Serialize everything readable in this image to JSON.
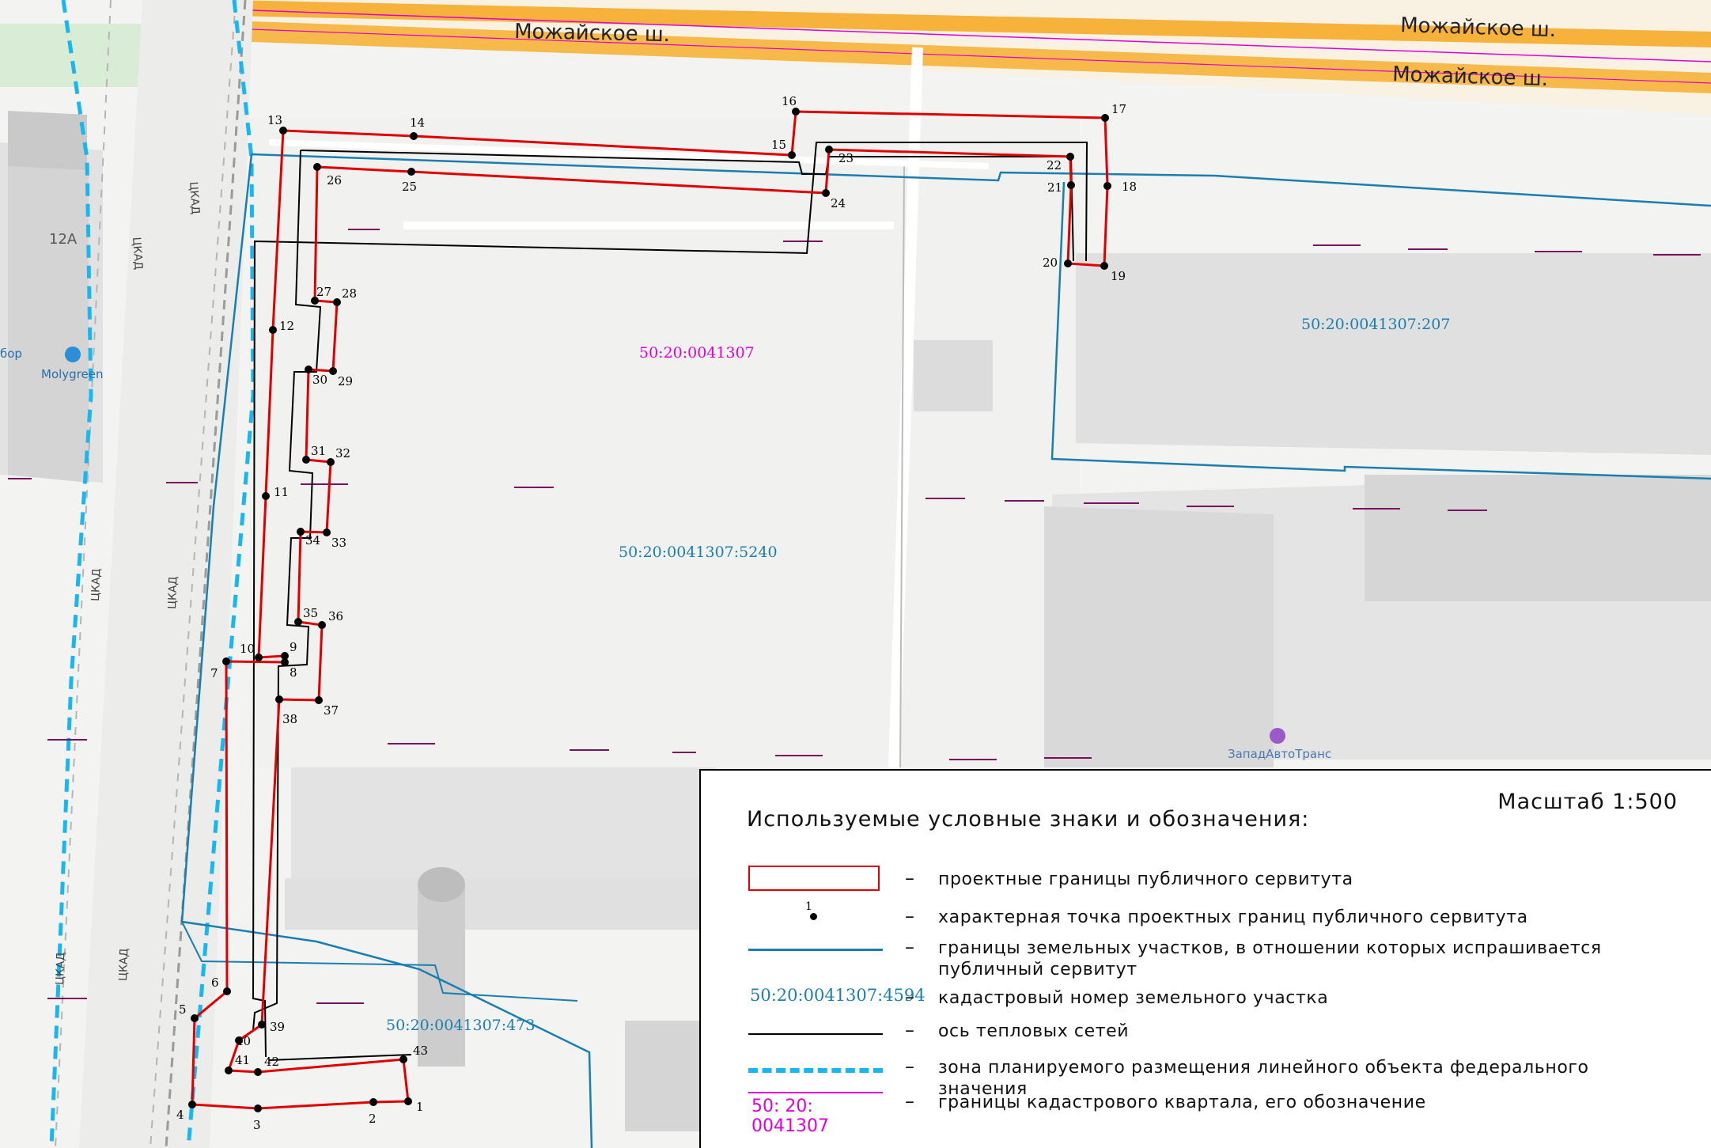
{
  "roads": {
    "highway_labels": [
      "Можайское ш.",
      "Можайское ш.",
      "Можайское ш."
    ],
    "ckad_labels": [
      "ЦКАД",
      "ЦКАД",
      "ЦКАД",
      "ЦКАД",
      "ЦКАД",
      "ЦКАД"
    ]
  },
  "poi": {
    "building_number": "12А",
    "molygreen": "Molygreen",
    "clipped_left": "бор",
    "zapadavtotrans": "ЗападАвтоТранс"
  },
  "parcels": {
    "quarter": "50:20:0041307",
    "main": "50:20:0041307:5240",
    "east": "50:20:0041307:207",
    "south": "50:20:0041307:473"
  },
  "points": [
    {
      "n": "1"
    },
    {
      "n": "2"
    },
    {
      "n": "3"
    },
    {
      "n": "4"
    },
    {
      "n": "5"
    },
    {
      "n": "6"
    },
    {
      "n": "7"
    },
    {
      "n": "8"
    },
    {
      "n": "9"
    },
    {
      "n": "10"
    },
    {
      "n": "11"
    },
    {
      "n": "12"
    },
    {
      "n": "13"
    },
    {
      "n": "14"
    },
    {
      "n": "15"
    },
    {
      "n": "16"
    },
    {
      "n": "17"
    },
    {
      "n": "18"
    },
    {
      "n": "19"
    },
    {
      "n": "20"
    },
    {
      "n": "21"
    },
    {
      "n": "22"
    },
    {
      "n": "23"
    },
    {
      "n": "24"
    },
    {
      "n": "25"
    },
    {
      "n": "26"
    },
    {
      "n": "27"
    },
    {
      "n": "28"
    },
    {
      "n": "29"
    },
    {
      "n": "30"
    },
    {
      "n": "31"
    },
    {
      "n": "32"
    },
    {
      "n": "33"
    },
    {
      "n": "34"
    },
    {
      "n": "35"
    },
    {
      "n": "36"
    },
    {
      "n": "37"
    },
    {
      "n": "38"
    },
    {
      "n": "39"
    },
    {
      "n": "40"
    },
    {
      "n": "41"
    },
    {
      "n": "42"
    },
    {
      "n": "43"
    }
  ],
  "colors": {
    "servitude": "#e00000",
    "parcel": "#1a7fb0",
    "quarter": "#e000d8",
    "federal_zone": "#19b6f0",
    "heat_axis": "#000000",
    "highway": "#f6b23a"
  },
  "legend": {
    "scale": "Масштаб 1:500",
    "title": "Используемые условные знаки и обозначения:",
    "dash": "–",
    "point_sample": "1",
    "parcel_sample": "50:20:0041307:4594",
    "quarter_sample": "50: 20: 0041307",
    "items": [
      "проектные границы публичного сервитута",
      "характерная точка проектных границ публичного сервитута",
      "границы земельных участков, в отношении которых испрашивается публичный сервитут",
      "кадастровый номер земельного участка",
      "ось тепловых сетей",
      "зона планируемого размещения линейного объекта федерального значения",
      "границы кадастрового квартала, его обозначение"
    ]
  }
}
